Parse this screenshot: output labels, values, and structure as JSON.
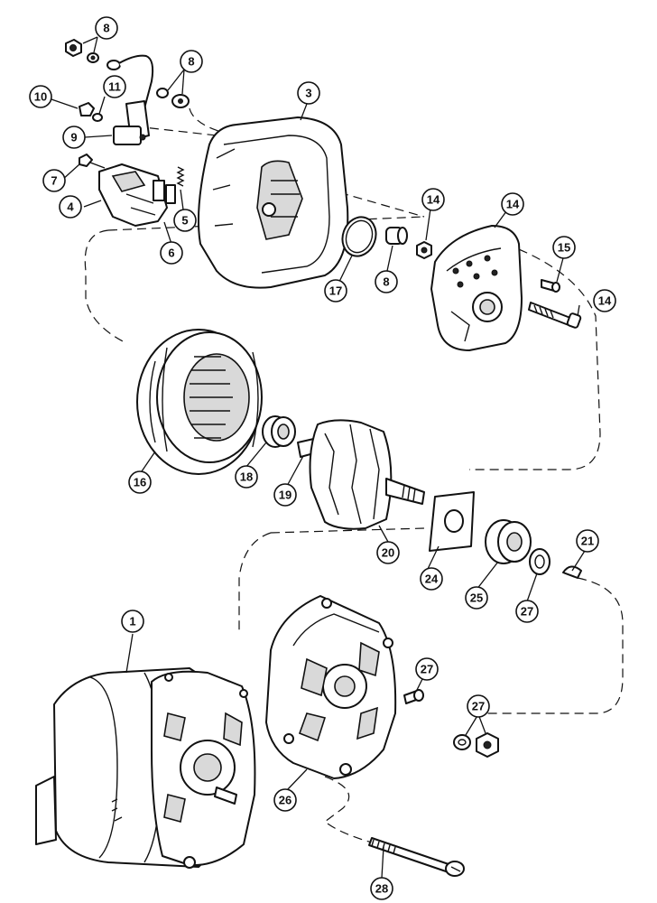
{
  "callouts": {
    "c8a": "8",
    "c8b": "8",
    "c10": "10",
    "c11": "11",
    "c9": "9",
    "c7": "7",
    "c4": "4",
    "c6": "6",
    "c5": "5",
    "c3": "3",
    "c17": "17",
    "c8c": "8",
    "c14a": "14",
    "c14b": "14",
    "c15": "15",
    "c14c": "14",
    "c16": "16",
    "c18": "18",
    "c19": "19",
    "c20": "20",
    "c24": "24",
    "c25": "25",
    "c27a": "27",
    "c21": "21",
    "c1": "1",
    "c27b": "27",
    "c27c": "27",
    "c26": "26",
    "c28": "28"
  }
}
